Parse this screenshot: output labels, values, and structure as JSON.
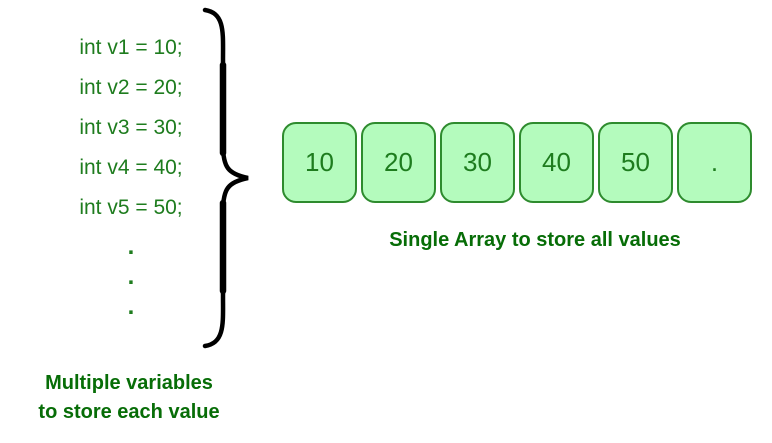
{
  "diagram": {
    "variables": [
      "int v1 = 10;",
      "int v2 = 20;",
      "int v3 = 30;",
      "int v4 = 40;",
      "int v5 = 50;"
    ],
    "ellipsis_dots": [
      ".",
      ".",
      "."
    ],
    "left_caption": {
      "line1": "Multiple variables",
      "line2": "to store each value"
    },
    "array_cells": [
      "10",
      "20",
      "30",
      "40",
      "50",
      "."
    ],
    "array_caption": "Single Array to store all values",
    "colors": {
      "code_text": "#1e7c1e",
      "caption_text": "#076d07",
      "cell_fill": "#b4fbbd",
      "cell_border": "#2e8b2e",
      "brace": "#000000"
    }
  }
}
